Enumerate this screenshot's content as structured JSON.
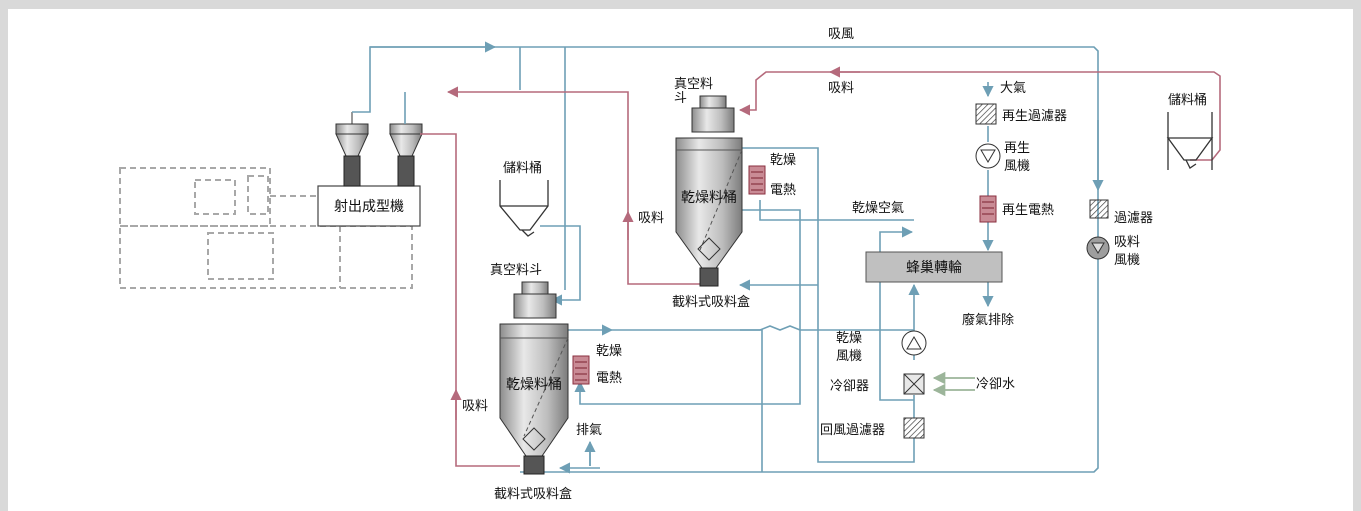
{
  "colors": {
    "air_line": "#6e9fb5",
    "material_line": "#b56a7c",
    "machine_outline": "#a8a8a8",
    "heater": "#a04855",
    "filter": "#808080",
    "cooling_water": "#9cb59a",
    "rotor_fill": "#c0c0c0"
  },
  "labels": {
    "suction_air": "吸風",
    "suction_material_top": "吸料",
    "suction_material_mid": "吸料",
    "suction_material_left": "吸料",
    "atmosphere": "大氣",
    "regen_filter": "再生過濾器",
    "regen_fan": "再生\n風機",
    "regen_heater": "再生電熱",
    "storage_bin_right": "儲料桶",
    "storage_bin_left": "儲料桶",
    "filter": "過濾器",
    "suction_fan": "吸料\n風機",
    "vacuum_hopper_top": "真空料\n斗",
    "vacuum_hopper_mid": "真空料斗",
    "dryer_top": "乾燥料桶",
    "dryer_bottom": "乾燥料桶",
    "drying_heater_top_a": "乾燥",
    "drying_heater_top_b": "電熱",
    "drying_heater_bottom_a": "乾燥",
    "drying_heater_bottom_b": "電熱",
    "cutoff_box_top": "截料式吸料盒",
    "cutoff_box_bottom": "截料式吸料盒",
    "injection_machine": "射出成型機",
    "dry_air": "乾燥空氣",
    "honeycomb_rotor": "蜂巢轉輪",
    "exhaust_waste": "廢氣排除",
    "dry_fan": "乾燥\n風機",
    "cooler": "冷卻器",
    "cooling_water": "冷卻水",
    "return_filter": "回風過濾器",
    "exhaust": "排氣"
  }
}
